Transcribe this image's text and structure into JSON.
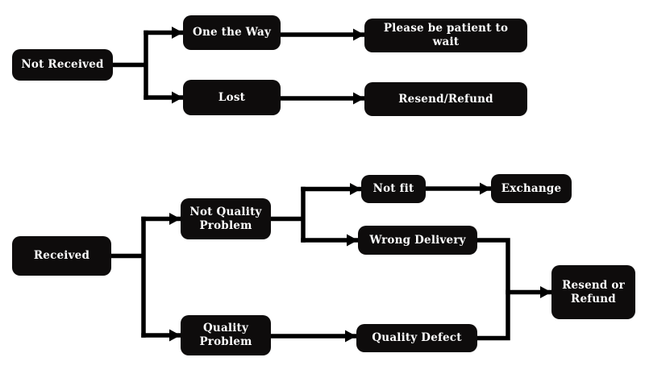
{
  "diagram": {
    "type": "flowchart",
    "colors": {
      "node_fill": "#0e0c0c",
      "node_text": "#ffffff",
      "connector": "#000000",
      "background": "#ffffff"
    },
    "sections": [
      {
        "root": "Not Received"
      },
      {
        "root": "Received"
      }
    ]
  },
  "nodes": {
    "not_received": {
      "label": "Not Received"
    },
    "one_the_way": {
      "label": "One the Way"
    },
    "please_wait": {
      "label": "Please be patient to wait"
    },
    "lost": {
      "label": "Lost"
    },
    "resend_refund": {
      "label": "Resend/Refund"
    },
    "received": {
      "label": "Received"
    },
    "not_quality_problem": {
      "label": "Not Quality Problem"
    },
    "quality_problem": {
      "label": "Quality Problem"
    },
    "not_fit": {
      "label": "Not fit"
    },
    "exchange": {
      "label": "Exchange"
    },
    "wrong_delivery": {
      "label": "Wrong Delivery"
    },
    "quality_defect": {
      "label": "Quality Defect"
    },
    "resend_or_refund": {
      "label": "Resend or Refund"
    }
  },
  "edges": [
    {
      "from": "Not Received",
      "to": "One the Way"
    },
    {
      "from": "Not Received",
      "to": "Lost"
    },
    {
      "from": "One the Way",
      "to": "Please be patient to wait"
    },
    {
      "from": "Lost",
      "to": "Resend/Refund"
    },
    {
      "from": "Received",
      "to": "Not Quality Problem"
    },
    {
      "from": "Received",
      "to": "Quality Problem"
    },
    {
      "from": "Not Quality Problem",
      "to": "Not fit"
    },
    {
      "from": "Not Quality Problem",
      "to": "Wrong Delivery"
    },
    {
      "from": "Not fit",
      "to": "Exchange"
    },
    {
      "from": "Wrong Delivery",
      "to": "Resend or Refund"
    },
    {
      "from": "Quality Problem",
      "to": "Quality Defect"
    },
    {
      "from": "Quality Defect",
      "to": "Resend or Refund"
    }
  ]
}
